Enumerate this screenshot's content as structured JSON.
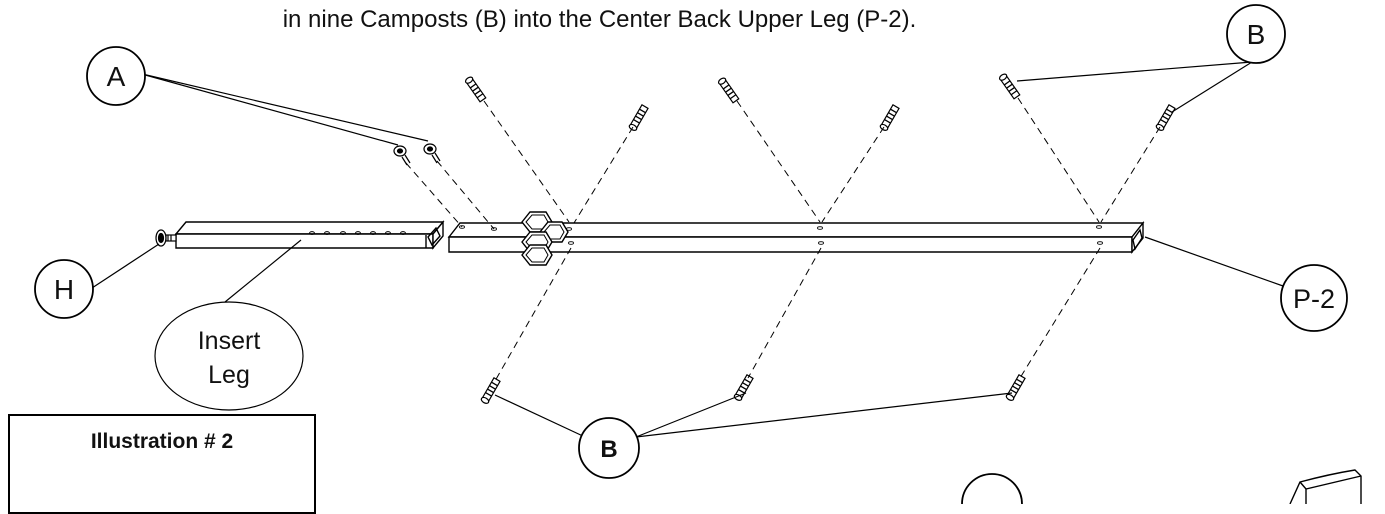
{
  "caption": "in nine Camposts (B) into the Center Back Upper Leg (P-2).",
  "callouts": {
    "a": "A",
    "b_top": "B",
    "b_bottom": "B",
    "h": "H",
    "p2": "P-2",
    "insert_leg_line1": "Insert",
    "insert_leg_line2": "Leg"
  },
  "illustration_label": "Illustration  # 2",
  "colors": {
    "line": "#000000",
    "background": "#ffffff"
  }
}
